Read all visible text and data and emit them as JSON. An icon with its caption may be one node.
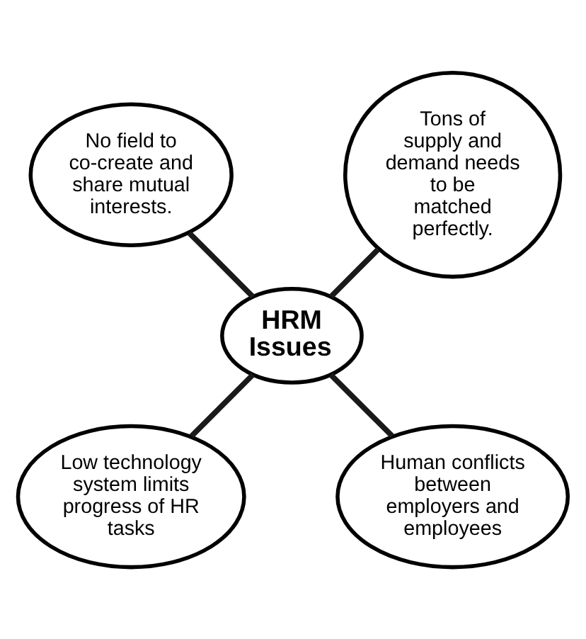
{
  "diagram": {
    "nodes": [
      {
        "text": [
          "Tons of supply and demand needs to be matched perfectly."
        ]
      },
      {
        "text": [
          "No field to co-create and share mutual interests."
        ]
      },
      {
        "text": [
          "HRM Issues"
        ]
      },
      {
        "text": [
          "Low technology system limits progress of HR tasks"
        ]
      },
      {
        "text": [
          "Human conflicts between employers and employees"
        ]
      }
    ],
    "edges": [
      {
        "from": 2,
        "to": 0,
        "arrow": "none"
      },
      {
        "from": 2,
        "to": 1,
        "arrow": "none"
      },
      {
        "from": 2,
        "to": 3,
        "arrow": "none"
      },
      {
        "from": 2,
        "to": 4,
        "arrow": "none"
      }
    ]
  }
}
